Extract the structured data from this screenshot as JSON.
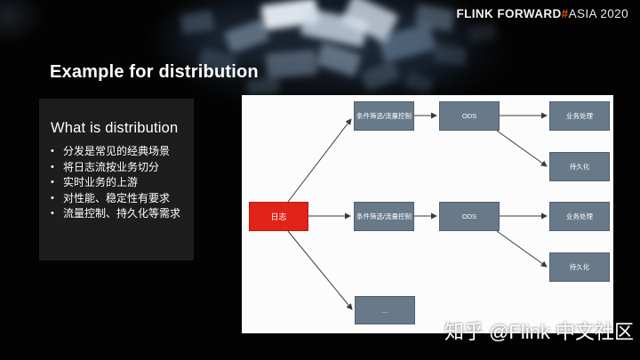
{
  "brand": {
    "flink": "FLINK FORWARD",
    "hash": "#",
    "asia": "ASIA 2020",
    "hash_color": "#e0500f"
  },
  "slide": {
    "title": "Example for distribution"
  },
  "info_panel": {
    "heading": "What is distribution",
    "bullets": [
      "分发是常见的经典场景",
      "将日志流按业务切分",
      "实时业务的上游",
      "对性能、稳定性有要求",
      "流量控制、持久化等需求"
    ]
  },
  "diagram": {
    "colors": {
      "source_red": "#e2231a",
      "node_gray": "#68798a",
      "arrow": "#3a3a3a",
      "canvas": "#fcfcfc"
    },
    "nodes": {
      "source": {
        "label": "日志"
      },
      "filter1": {
        "label": "条件筛选/流量控制"
      },
      "ods1": {
        "label": "ODS"
      },
      "biz1": {
        "label": "业务处理"
      },
      "persist1": {
        "label": "持久化"
      },
      "filter2": {
        "label": "条件筛选/流量控制"
      },
      "ods2": {
        "label": "ODS"
      },
      "biz2": {
        "label": "业务处理"
      },
      "persist2": {
        "label": "持久化"
      },
      "more": {
        "label": "..."
      }
    },
    "edges": [
      {
        "from": "source",
        "to": "filter1"
      },
      {
        "from": "source",
        "to": "filter2"
      },
      {
        "from": "source",
        "to": "more"
      },
      {
        "from": "filter1",
        "to": "ods1"
      },
      {
        "from": "ods1",
        "to": "biz1"
      },
      {
        "from": "ods1",
        "to": "persist1"
      },
      {
        "from": "filter2",
        "to": "ods2"
      },
      {
        "from": "ods2",
        "to": "biz2"
      },
      {
        "from": "ods2",
        "to": "persist2"
      }
    ]
  },
  "watermark": {
    "text": "知乎 @Flink 中文社区"
  }
}
